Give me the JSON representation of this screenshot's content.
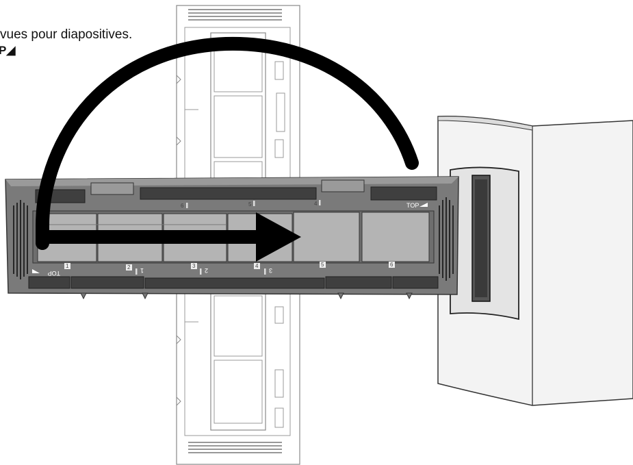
{
  "caption": {
    "text": "vues pour diapositives.",
    "top_marker": "P"
  },
  "holder": {
    "top_label": "TOP",
    "top_label_flipped": "TOP",
    "upper_frame_numbers": [
      "6",
      "5",
      "4"
    ],
    "lower_frame_numbers": [
      "1",
      "2",
      "3",
      "4",
      "5",
      "6"
    ],
    "lower_mirrored_numbers": [
      "1",
      "2",
      "3"
    ]
  },
  "colors": {
    "holder": "#7a7a7a",
    "holder_dark": "#3d3d3d",
    "frame_fill": "#b4b4b4",
    "arrow": "#000000",
    "scanner": "#f0f0f0"
  }
}
